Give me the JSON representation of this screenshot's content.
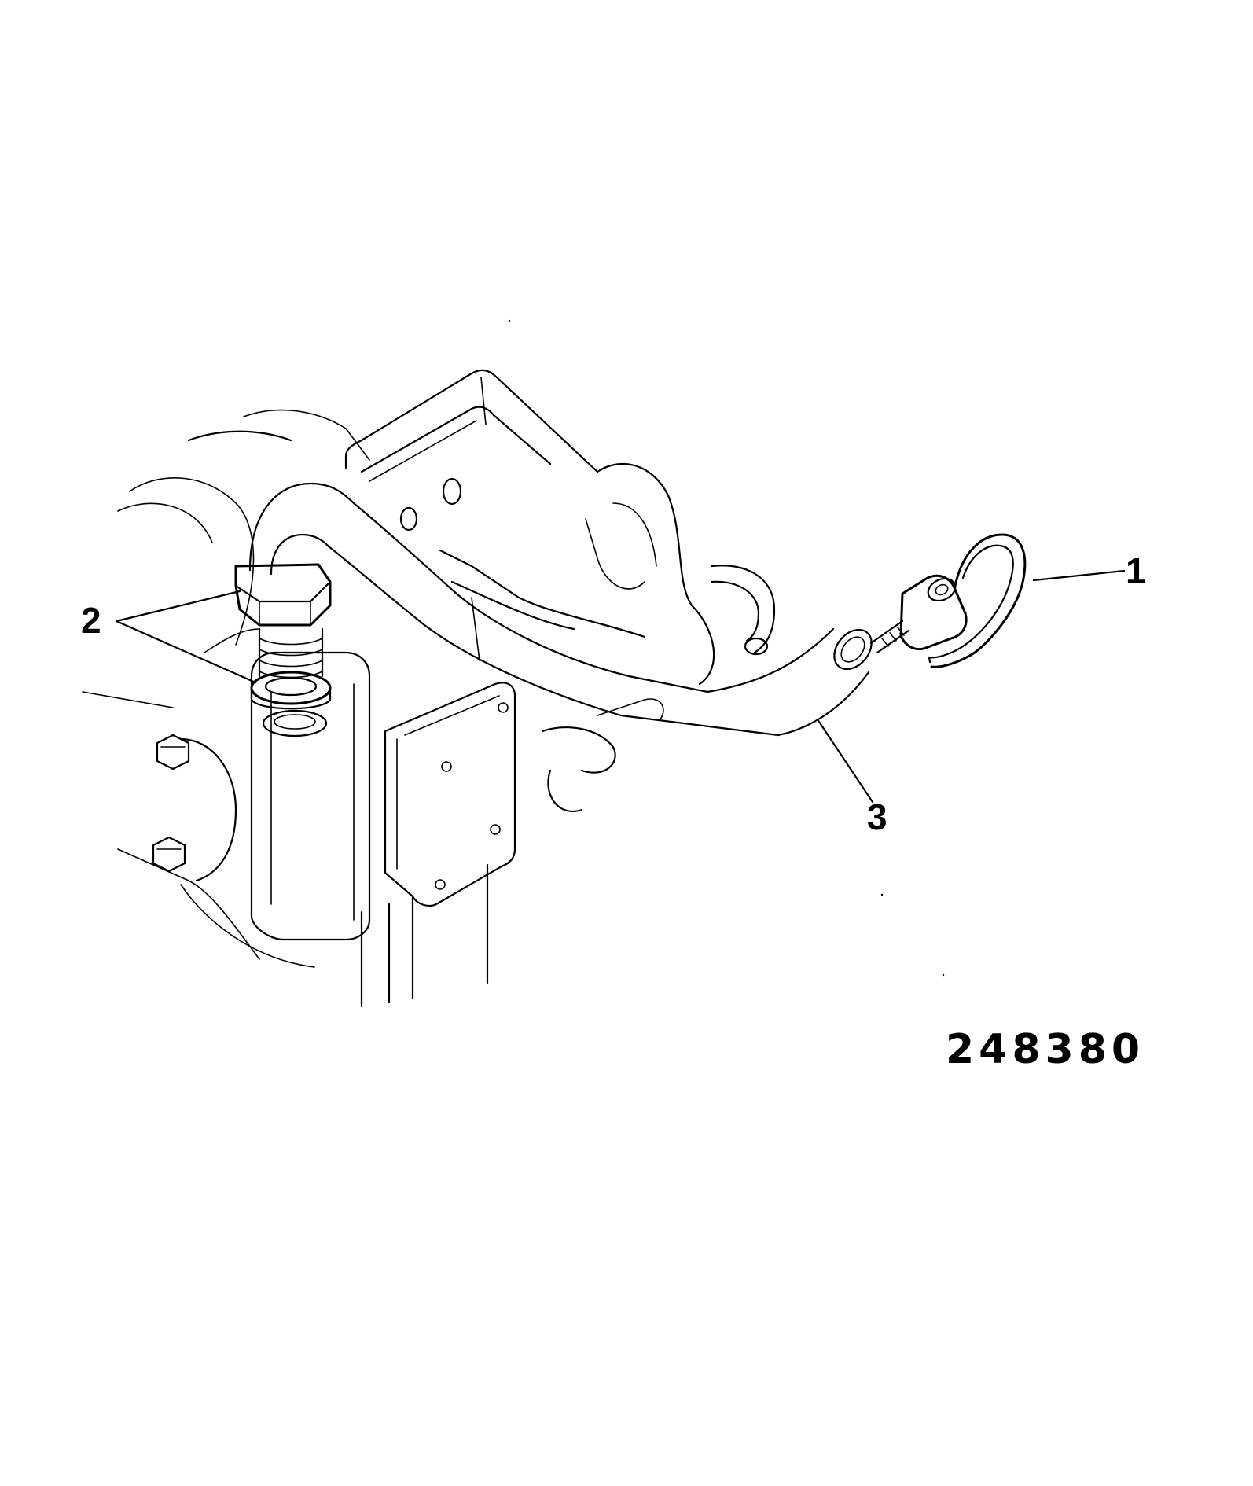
{
  "callouts": [
    {
      "id": "1",
      "label": "1"
    },
    {
      "id": "2",
      "label": "2"
    },
    {
      "id": "3",
      "label": "3"
    }
  ],
  "figure_number": "248380",
  "colors": {
    "line": "#000000",
    "background": "#ffffff"
  }
}
